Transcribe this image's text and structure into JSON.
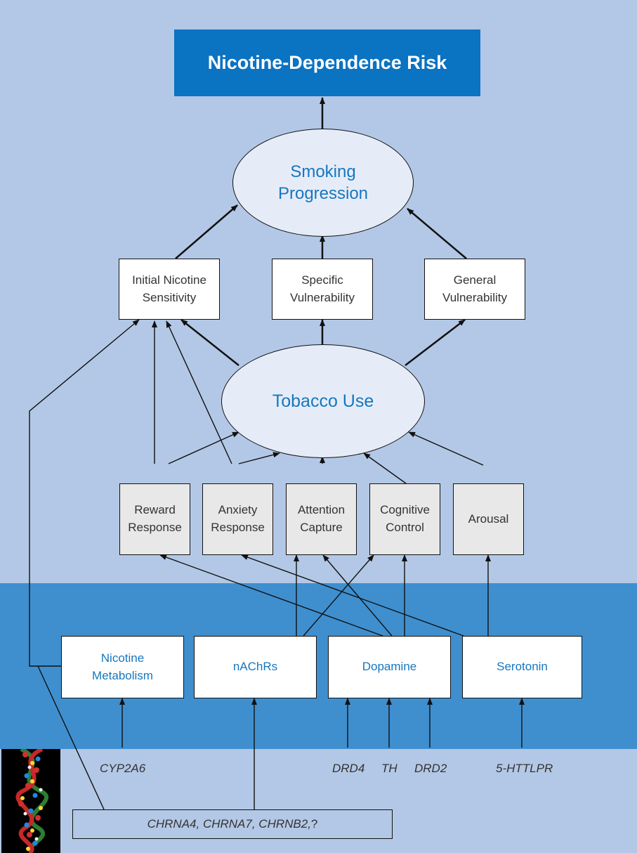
{
  "title": "Nicotine-Dependence Risk",
  "ellipses": {
    "smoking_progression": [
      "Smoking",
      "Progression"
    ],
    "tobacco_use": "Tobacco Use"
  },
  "vulnerabilities": {
    "initial_nicotine_sensitivity": [
      "Initial Nicotine",
      "Sensitivity"
    ],
    "specific_vulnerability": [
      "Specific",
      "Vulnerability"
    ],
    "general_vulnerability": [
      "General",
      "Vulnerability"
    ]
  },
  "responses": {
    "reward_response": [
      "Reward",
      "Response"
    ],
    "anxiety_response": [
      "Anxiety",
      "Response"
    ],
    "attention_capture": [
      "Attention",
      "Capture"
    ],
    "cognitive_control": [
      "Cognitive",
      "Control"
    ],
    "arousal": "Arousal"
  },
  "systems": {
    "nicotine_metabolism": [
      "Nicotine",
      "Metabolism"
    ],
    "nachrs": "nAChRs",
    "dopamine": "Dopamine",
    "serotonin": "Serotonin"
  },
  "genes": {
    "cyp2a6": "CYP2A6",
    "drd4": "DRD4",
    "th": "TH",
    "drd2": "DRD2",
    "httlpr": "5-HTTLPR",
    "chrna_list": "CHRNA4, CHRNA7, CHRNB2,",
    "chrna_question": " ?"
  },
  "colors": {
    "title_bg": "#0a73c2",
    "background": "#b3c8e6",
    "band": "#3f8fcf",
    "accent_text": "#1677c0"
  }
}
